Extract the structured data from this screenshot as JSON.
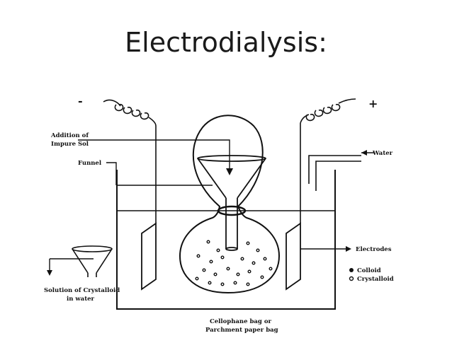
{
  "slide": {
    "title": "Electrodialysis:"
  },
  "diagram": {
    "labels": {
      "minus": "-",
      "plus": "+",
      "addition_line1": "Addition of",
      "addition_line2": "Impure Sol",
      "funnel": "Funnel",
      "water": "Water",
      "electrodes": "Electrodes",
      "colloid": "Colloid",
      "crystalloid": "Crystalloid",
      "solution_line1": "Solution of Crystalloid",
      "solution_line2": "in water",
      "bag_line1": "Cellophane bag or",
      "bag_line2": "Parchment paper bag"
    }
  }
}
